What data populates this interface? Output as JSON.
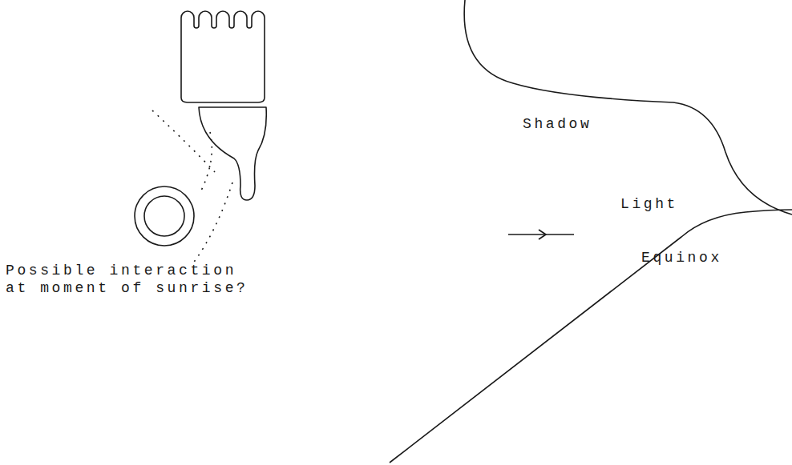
{
  "diagram": {
    "labels": [
      "Possible interaction at moment of sunrise?",
      "Shadow",
      "Light",
      "Equinox"
    ]
  }
}
